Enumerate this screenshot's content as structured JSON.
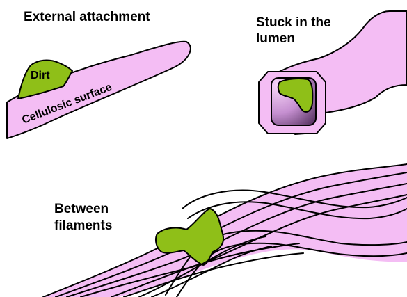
{
  "panels": {
    "external": {
      "title": "External attachment",
      "dirt_label": "Dirt",
      "surface_label": "Cellulosic surface"
    },
    "lumen": {
      "title_line1": "Stuck in the",
      "title_line2": "lumen"
    },
    "filaments": {
      "title_line1": "Between",
      "title_line2": "filaments"
    }
  },
  "colors": {
    "fiber": "#f4bdf4",
    "dirt": "#8fbf18",
    "lumen_inner_dark": "#7a4a86",
    "outline": "#000000"
  }
}
